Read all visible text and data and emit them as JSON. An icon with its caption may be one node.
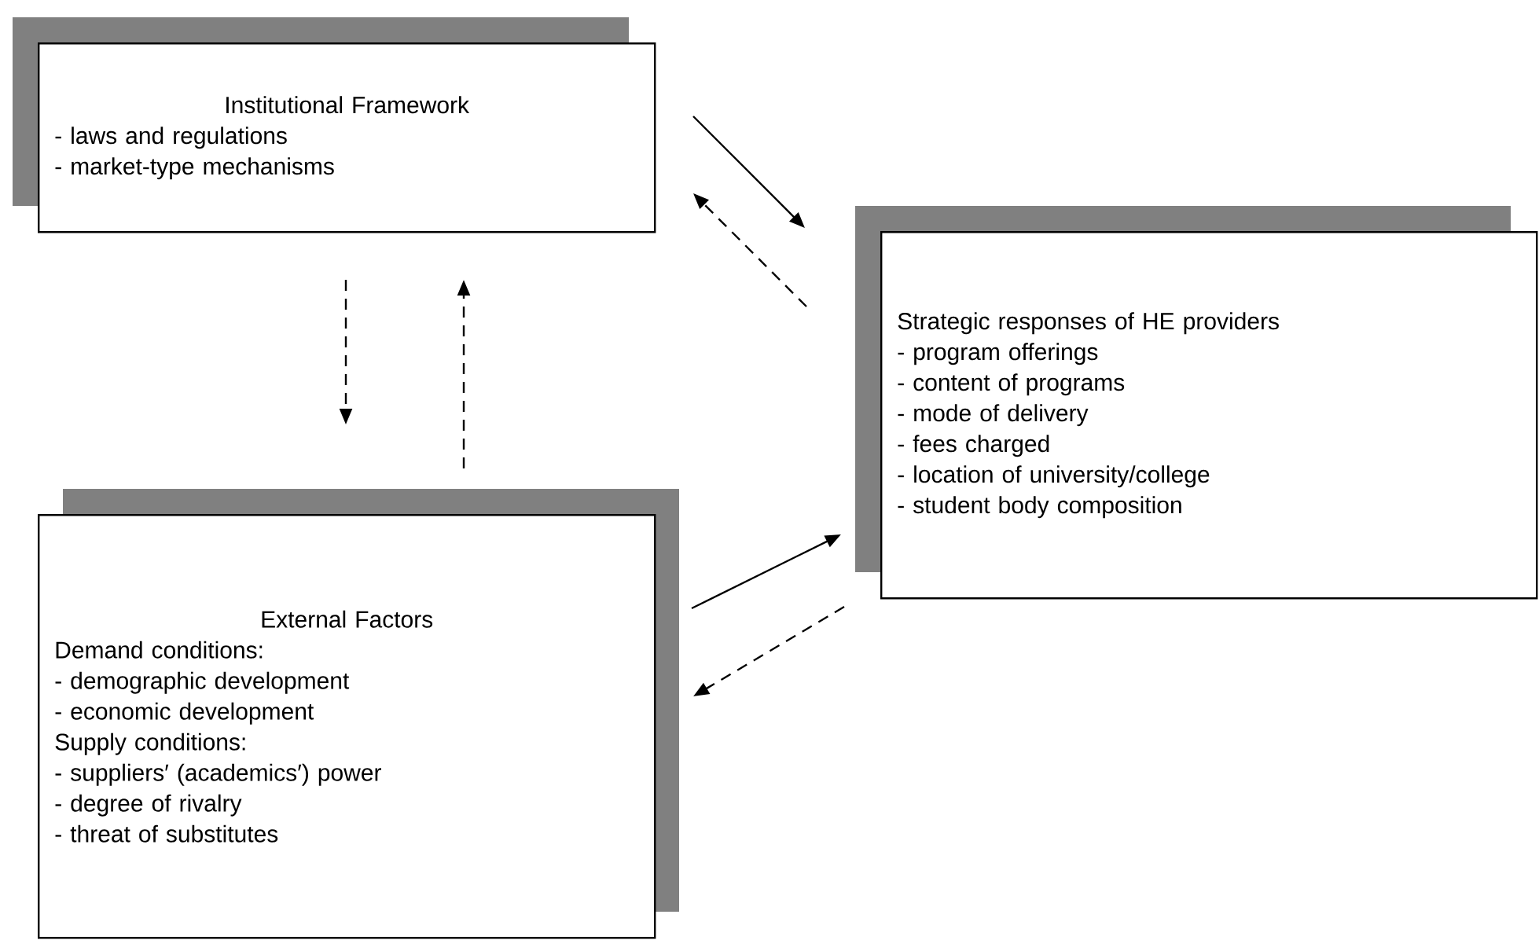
{
  "diagram": {
    "nodes": [
      {
        "text": [
          "Institutional Framework",
          "- laws and regulations",
          "- market-type mechanisms"
        ]
      },
      {
        "text": [
          "Strategic responses of HE providers",
          "- program offerings",
          "- content of programs",
          "- mode of delivery",
          "- fees charged",
          "- location of university/college",
          "- student body composition"
        ]
      },
      {
        "text": [
          "External Factors",
          "Demand conditions:",
          "- demographic development",
          "- economic development",
          "Supply conditions:",
          "- suppliers′ (academics′) power",
          "- degree of rivalry",
          "- threat of substitutes"
        ]
      }
    ],
    "edges": [
      {
        "from": 0,
        "to": 1,
        "arrow": "to"
      },
      {
        "from": 1,
        "to": 0,
        "arrow": "to",
        "style": "dashed"
      },
      {
        "from": 0,
        "to": 2,
        "arrow": "to",
        "style": "dashed"
      },
      {
        "from": 2,
        "to": 0,
        "arrow": "to",
        "style": "dashed"
      },
      {
        "from": 2,
        "to": 1,
        "arrow": "to"
      },
      {
        "from": 1,
        "to": 2,
        "arrow": "to",
        "style": "dashed"
      }
    ]
  }
}
